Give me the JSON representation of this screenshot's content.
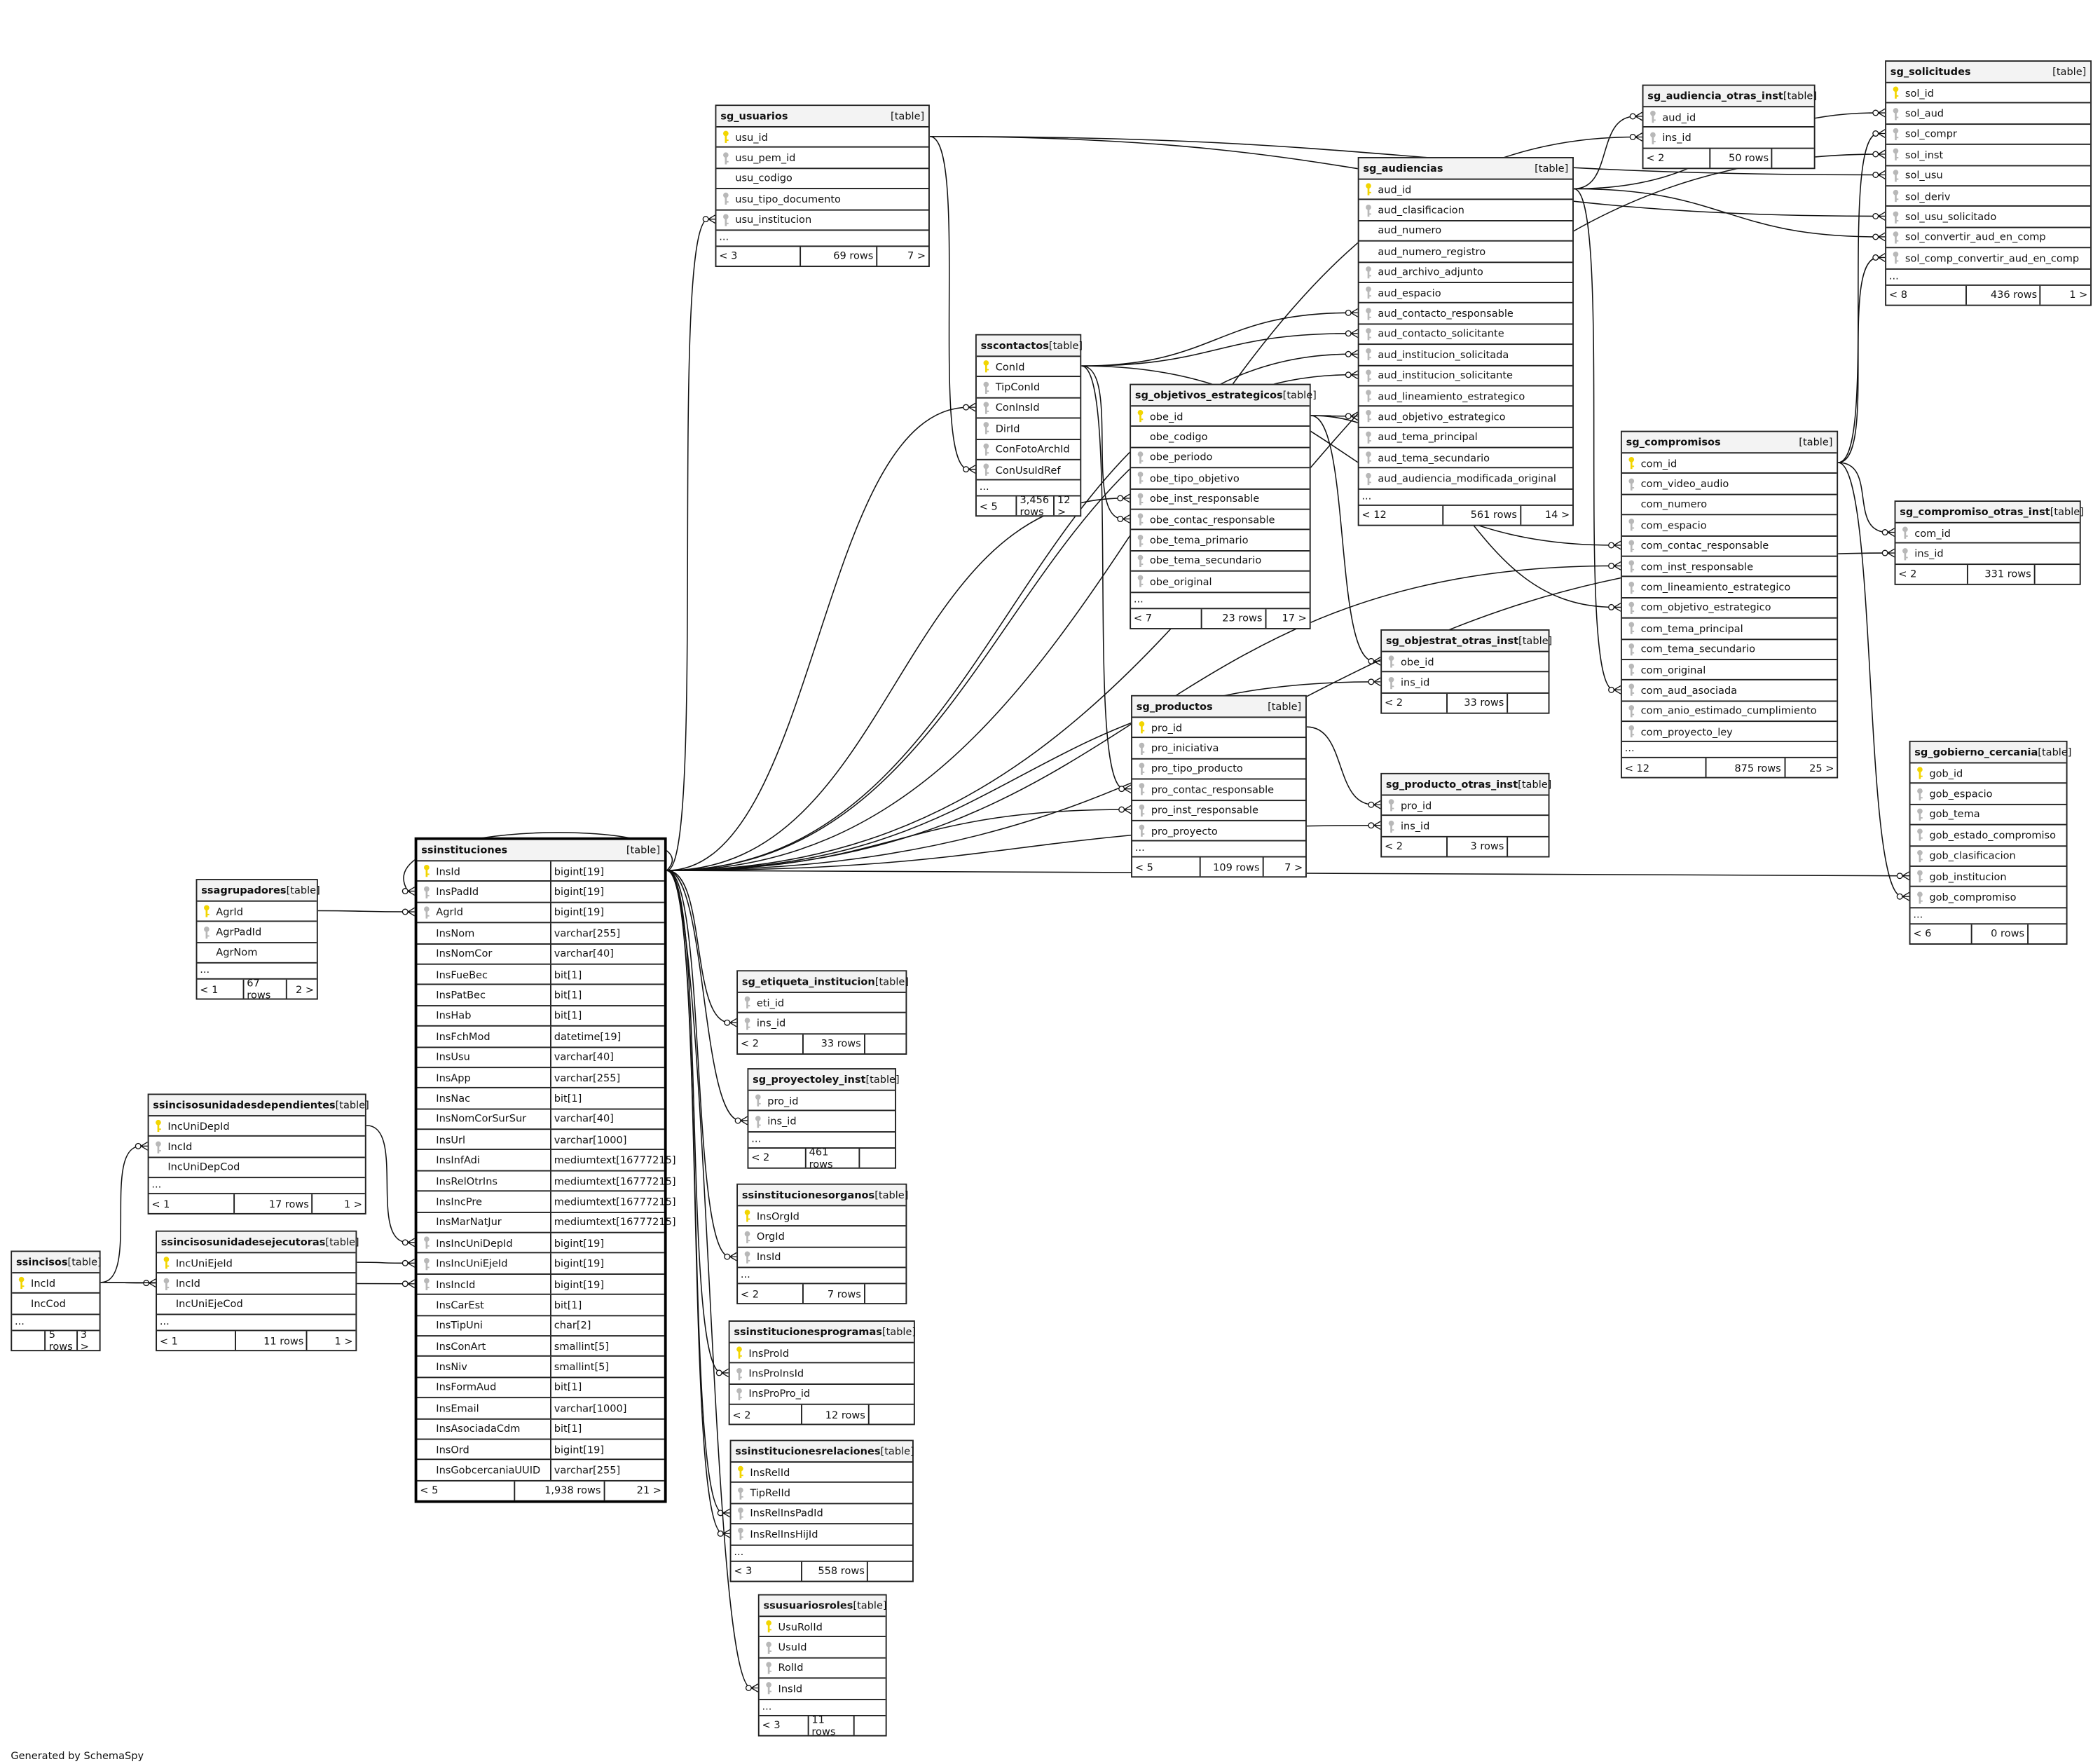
{
  "footer_text": "Generated by SchemaSpy",
  "colors": {
    "pk_key": "#f2d500",
    "fk_key": "#b8b8b8",
    "line": "#111111"
  },
  "tables": [
    {
      "name": "sg_usuarios",
      "type_label": "[table]",
      "columns": [
        {
          "name": "usu_id",
          "key": "pk"
        },
        {
          "name": "usu_pem_id",
          "key": "fk"
        },
        {
          "name": "usu_codigo",
          "key": ""
        },
        {
          "name": "usu_tipo_documento",
          "key": "fk"
        },
        {
          "name": "usu_institucion",
          "key": "fk"
        }
      ],
      "more": "...",
      "footer": {
        "left": "< 3",
        "rows": "69 rows",
        "right": "7 >"
      }
    },
    {
      "name": "sg_solicitudes",
      "type_label": "[table]",
      "columns": [
        {
          "name": "sol_id",
          "key": "pk"
        },
        {
          "name": "sol_aud",
          "key": "fk"
        },
        {
          "name": "sol_compr",
          "key": "fk"
        },
        {
          "name": "sol_inst",
          "key": "fk"
        },
        {
          "name": "sol_usu",
          "key": "fk"
        },
        {
          "name": "sol_deriv",
          "key": "fk"
        },
        {
          "name": "sol_usu_solicitado",
          "key": "fk"
        },
        {
          "name": "sol_convertir_aud_en_comp",
          "key": "fk"
        },
        {
          "name": "sol_comp_convertir_aud_en_comp",
          "key": "fk"
        }
      ],
      "more": "...",
      "footer": {
        "left": "< 8",
        "rows": "436 rows",
        "right": "1 >"
      }
    },
    {
      "name": "sg_audiencia_otras_inst",
      "type_label": "[table]",
      "columns": [
        {
          "name": "aud_id",
          "key": "fk"
        },
        {
          "name": "ins_id",
          "key": "fk"
        }
      ],
      "footer": {
        "left": "< 2",
        "rows": "50 rows",
        "right": ""
      }
    },
    {
      "name": "sg_audiencias",
      "type_label": "[table]",
      "columns": [
        {
          "name": "aud_id",
          "key": "pk"
        },
        {
          "name": "aud_clasificacion",
          "key": "fk"
        },
        {
          "name": "aud_numero",
          "key": ""
        },
        {
          "name": "aud_numero_registro",
          "key": ""
        },
        {
          "name": "aud_archivo_adjunto",
          "key": "fk"
        },
        {
          "name": "aud_espacio",
          "key": "fk"
        },
        {
          "name": "aud_contacto_responsable",
          "key": "fk"
        },
        {
          "name": "aud_contacto_solicitante",
          "key": "fk"
        },
        {
          "name": "aud_institucion_solicitada",
          "key": "fk"
        },
        {
          "name": "aud_institucion_solicitante",
          "key": "fk"
        },
        {
          "name": "aud_lineamiento_estrategico",
          "key": "fk"
        },
        {
          "name": "aud_objetivo_estrategico",
          "key": "fk"
        },
        {
          "name": "aud_tema_principal",
          "key": "fk"
        },
        {
          "name": "aud_tema_secundario",
          "key": "fk"
        },
        {
          "name": "aud_audiencia_modificada_original",
          "key": "fk"
        }
      ],
      "more": "...",
      "footer": {
        "left": "< 12",
        "rows": "561 rows",
        "right": "14 >"
      }
    },
    {
      "name": "sscontactos",
      "type_label": "[table]",
      "columns": [
        {
          "name": "ConId",
          "key": "pk"
        },
        {
          "name": "TipConId",
          "key": "fk"
        },
        {
          "name": "ConInsId",
          "key": "fk"
        },
        {
          "name": "DirId",
          "key": "fk"
        },
        {
          "name": "ConFotoArchId",
          "key": "fk"
        },
        {
          "name": "ConUsuIdRef",
          "key": "fk"
        }
      ],
      "more": "...",
      "footer": {
        "left": "< 5",
        "rows": "3,456 rows",
        "right": "12 >"
      }
    },
    {
      "name": "sg_objetivos_estrategicos",
      "type_label": "[table]",
      "columns": [
        {
          "name": "obe_id",
          "key": "pk"
        },
        {
          "name": "obe_codigo",
          "key": ""
        },
        {
          "name": "obe_periodo",
          "key": "fk"
        },
        {
          "name": "obe_tipo_objetivo",
          "key": "fk"
        },
        {
          "name": "obe_inst_responsable",
          "key": "fk"
        },
        {
          "name": "obe_contac_responsable",
          "key": "fk"
        },
        {
          "name": "obe_tema_primario",
          "key": "fk"
        },
        {
          "name": "obe_tema_secundario",
          "key": "fk"
        },
        {
          "name": "obe_original",
          "key": "fk"
        }
      ],
      "more": "...",
      "footer": {
        "left": "< 7",
        "rows": "23 rows",
        "right": "17 >"
      }
    },
    {
      "name": "sg_compromisos",
      "type_label": "[table]",
      "columns": [
        {
          "name": "com_id",
          "key": "pk"
        },
        {
          "name": "com_video_audio",
          "key": "fk"
        },
        {
          "name": "com_numero",
          "key": ""
        },
        {
          "name": "com_espacio",
          "key": "fk"
        },
        {
          "name": "com_contac_responsable",
          "key": "fk"
        },
        {
          "name": "com_inst_responsable",
          "key": "fk"
        },
        {
          "name": "com_lineamiento_estrategico",
          "key": "fk"
        },
        {
          "name": "com_objetivo_estrategico",
          "key": "fk"
        },
        {
          "name": "com_tema_principal",
          "key": "fk"
        },
        {
          "name": "com_tema_secundario",
          "key": "fk"
        },
        {
          "name": "com_original",
          "key": "fk"
        },
        {
          "name": "com_aud_asociada",
          "key": "fk"
        },
        {
          "name": "com_anio_estimado_cumplimiento",
          "key": "fk"
        },
        {
          "name": "com_proyecto_ley",
          "key": "fk"
        }
      ],
      "more": "...",
      "footer": {
        "left": "< 12",
        "rows": "875 rows",
        "right": "25 >"
      }
    },
    {
      "name": "sg_compromiso_otras_inst",
      "type_label": "[table]",
      "columns": [
        {
          "name": "com_id",
          "key": "fk"
        },
        {
          "name": "ins_id",
          "key": "fk"
        }
      ],
      "footer": {
        "left": "< 2",
        "rows": "331 rows",
        "right": ""
      }
    },
    {
      "name": "sg_objestrat_otras_inst",
      "type_label": "[table]",
      "columns": [
        {
          "name": "obe_id",
          "key": "fk"
        },
        {
          "name": "ins_id",
          "key": "fk"
        }
      ],
      "footer": {
        "left": "< 2",
        "rows": "33 rows",
        "right": ""
      }
    },
    {
      "name": "sg_productos",
      "type_label": "[table]",
      "columns": [
        {
          "name": "pro_id",
          "key": "pk"
        },
        {
          "name": "pro_iniciativa",
          "key": "fk"
        },
        {
          "name": "pro_tipo_producto",
          "key": "fk"
        },
        {
          "name": "pro_contac_responsable",
          "key": "fk"
        },
        {
          "name": "pro_inst_responsable",
          "key": "fk"
        },
        {
          "name": "pro_proyecto",
          "key": "fk"
        }
      ],
      "more": "...",
      "footer": {
        "left": "< 5",
        "rows": "109 rows",
        "right": "7 >"
      }
    },
    {
      "name": "sg_producto_otras_inst",
      "type_label": "[table]",
      "columns": [
        {
          "name": "pro_id",
          "key": "fk"
        },
        {
          "name": "ins_id",
          "key": "fk"
        }
      ],
      "footer": {
        "left": "< 2",
        "rows": "3 rows",
        "right": ""
      }
    },
    {
      "name": "sg_gobierno_cercania",
      "type_label": "[table]",
      "columns": [
        {
          "name": "gob_id",
          "key": "pk"
        },
        {
          "name": "gob_espacio",
          "key": "fk"
        },
        {
          "name": "gob_tema",
          "key": "fk"
        },
        {
          "name": "gob_estado_compromiso",
          "key": "fk"
        },
        {
          "name": "gob_clasificacion",
          "key": "fk"
        },
        {
          "name": "gob_institucion",
          "key": "fk"
        },
        {
          "name": "gob_compromiso",
          "key": "fk"
        }
      ],
      "more": "...",
      "footer": {
        "left": "< 6",
        "rows": "0 rows",
        "right": ""
      }
    },
    {
      "name": "ssinstituciones",
      "type_label": "[table]",
      "columns": [
        {
          "name": "InsId",
          "type": "bigint[19]",
          "key": "pk"
        },
        {
          "name": "InsPadId",
          "type": "bigint[19]",
          "key": "fk"
        },
        {
          "name": "AgrId",
          "type": "bigint[19]",
          "key": "fk"
        },
        {
          "name": "InsNom",
          "type": "varchar[255]",
          "key": ""
        },
        {
          "name": "InsNomCor",
          "type": "varchar[40]",
          "key": ""
        },
        {
          "name": "InsFueBec",
          "type": "bit[1]",
          "key": ""
        },
        {
          "name": "InsPatBec",
          "type": "bit[1]",
          "key": ""
        },
        {
          "name": "InsHab",
          "type": "bit[1]",
          "key": ""
        },
        {
          "name": "InsFchMod",
          "type": "datetime[19]",
          "key": ""
        },
        {
          "name": "InsUsu",
          "type": "varchar[40]",
          "key": ""
        },
        {
          "name": "InsApp",
          "type": "varchar[255]",
          "key": ""
        },
        {
          "name": "InsNac",
          "type": "bit[1]",
          "key": ""
        },
        {
          "name": "InsNomCorSurSur",
          "type": "varchar[40]",
          "key": ""
        },
        {
          "name": "InsUrl",
          "type": "varchar[1000]",
          "key": ""
        },
        {
          "name": "InsInfAdi",
          "type": "mediumtext[16777215]",
          "key": ""
        },
        {
          "name": "InsRelOtrIns",
          "type": "mediumtext[16777215]",
          "key": ""
        },
        {
          "name": "InsIncPre",
          "type": "mediumtext[16777215]",
          "key": ""
        },
        {
          "name": "InsMarNatJur",
          "type": "mediumtext[16777215]",
          "key": ""
        },
        {
          "name": "InsIncUniDepId",
          "type": "bigint[19]",
          "key": "fk"
        },
        {
          "name": "InsIncUniEjeId",
          "type": "bigint[19]",
          "key": "fk"
        },
        {
          "name": "InsIncId",
          "type": "bigint[19]",
          "key": "fk"
        },
        {
          "name": "InsCarEst",
          "type": "bit[1]",
          "key": ""
        },
        {
          "name": "InsTipUni",
          "type": "char[2]",
          "key": ""
        },
        {
          "name": "InsConArt",
          "type": "smallint[5]",
          "key": ""
        },
        {
          "name": "InsNiv",
          "type": "smallint[5]",
          "key": ""
        },
        {
          "name": "InsFormAud",
          "type": "bit[1]",
          "key": ""
        },
        {
          "name": "InsEmail",
          "type": "varchar[1000]",
          "key": ""
        },
        {
          "name": "InsAsociadaCdm",
          "type": "bit[1]",
          "key": ""
        },
        {
          "name": "InsOrd",
          "type": "bigint[19]",
          "key": ""
        },
        {
          "name": "InsGobcercaniaUUID",
          "type": "varchar[255]",
          "key": ""
        }
      ],
      "footer": {
        "left": "< 5",
        "rows": "1,938 rows",
        "right": "21 >"
      }
    },
    {
      "name": "ssagrupadores",
      "type_label": "[table]",
      "columns": [
        {
          "name": "AgrId",
          "key": "pk"
        },
        {
          "name": "AgrPadId",
          "key": "fk"
        },
        {
          "name": "AgrNom",
          "key": ""
        }
      ],
      "more": "...",
      "footer": {
        "left": "< 1",
        "rows": "67 rows",
        "right": "2 >"
      }
    },
    {
      "name": "ssincisosunidadesdependientes",
      "type_label": "[table]",
      "columns": [
        {
          "name": "IncUniDepId",
          "key": "pk"
        },
        {
          "name": "IncId",
          "key": "fk"
        },
        {
          "name": "IncUniDepCod",
          "key": ""
        }
      ],
      "more": "...",
      "footer": {
        "left": "< 1",
        "rows": "17 rows",
        "right": "1 >"
      }
    },
    {
      "name": "ssincisosunidadesejecutoras",
      "type_label": "[table]",
      "columns": [
        {
          "name": "IncUniEjeId",
          "key": "pk"
        },
        {
          "name": "IncId",
          "key": "fk"
        },
        {
          "name": "IncUniEjeCod",
          "key": ""
        }
      ],
      "more": "...",
      "footer": {
        "left": "< 1",
        "rows": "11 rows",
        "right": "1 >"
      }
    },
    {
      "name": "ssincisos",
      "type_label": "[table]",
      "columns": [
        {
          "name": "IncId",
          "key": "pk"
        },
        {
          "name": "IncCod",
          "key": ""
        }
      ],
      "more": "...",
      "footer": {
        "left": "",
        "rows": "5 rows",
        "right": "3 >"
      }
    },
    {
      "name": "sg_etiqueta_institucion",
      "type_label": "[table]",
      "columns": [
        {
          "name": "eti_id",
          "key": "fk"
        },
        {
          "name": "ins_id",
          "key": "fk"
        }
      ],
      "footer": {
        "left": "< 2",
        "rows": "33 rows",
        "right": ""
      }
    },
    {
      "name": "sg_proyectoley_inst",
      "type_label": "[table]",
      "columns": [
        {
          "name": "pro_id",
          "key": "fk"
        },
        {
          "name": "ins_id",
          "key": "fk"
        }
      ],
      "more": "...",
      "footer": {
        "left": "< 2",
        "rows": "461 rows",
        "right": ""
      }
    },
    {
      "name": "ssinstitucionesorganos",
      "type_label": "[table]",
      "columns": [
        {
          "name": "InsOrgId",
          "key": "pk"
        },
        {
          "name": "OrgId",
          "key": "fk"
        },
        {
          "name": "InsId",
          "key": "fk"
        }
      ],
      "more": "...",
      "footer": {
        "left": "< 2",
        "rows": "7 rows",
        "right": ""
      }
    },
    {
      "name": "ssinstitucionesprogramas",
      "type_label": "[table]",
      "columns": [
        {
          "name": "InsProId",
          "key": "pk"
        },
        {
          "name": "InsProInsId",
          "key": "fk"
        },
        {
          "name": "InsProPro_id",
          "key": "fk"
        }
      ],
      "footer": {
        "left": "< 2",
        "rows": "12 rows",
        "right": ""
      }
    },
    {
      "name": "ssinstitucionesrelaciones",
      "type_label": "[table]",
      "columns": [
        {
          "name": "InsRelId",
          "key": "pk"
        },
        {
          "name": "TipRelId",
          "key": "fk"
        },
        {
          "name": "InsRelInsPadId",
          "key": "fk"
        },
        {
          "name": "InsRelInsHijId",
          "key": "fk"
        }
      ],
      "more": "...",
      "footer": {
        "left": "< 3",
        "rows": "558 rows",
        "right": ""
      }
    },
    {
      "name": "ssusuariosroles",
      "type_label": "[table]",
      "columns": [
        {
          "name": "UsuRolId",
          "key": "pk"
        },
        {
          "name": "UsuId",
          "key": "fk"
        },
        {
          "name": "RolId",
          "key": "fk"
        },
        {
          "name": "InsId",
          "key": "fk"
        }
      ],
      "more": "...",
      "footer": {
        "left": "< 3",
        "rows": "11 rows",
        "right": ""
      }
    }
  ]
}
